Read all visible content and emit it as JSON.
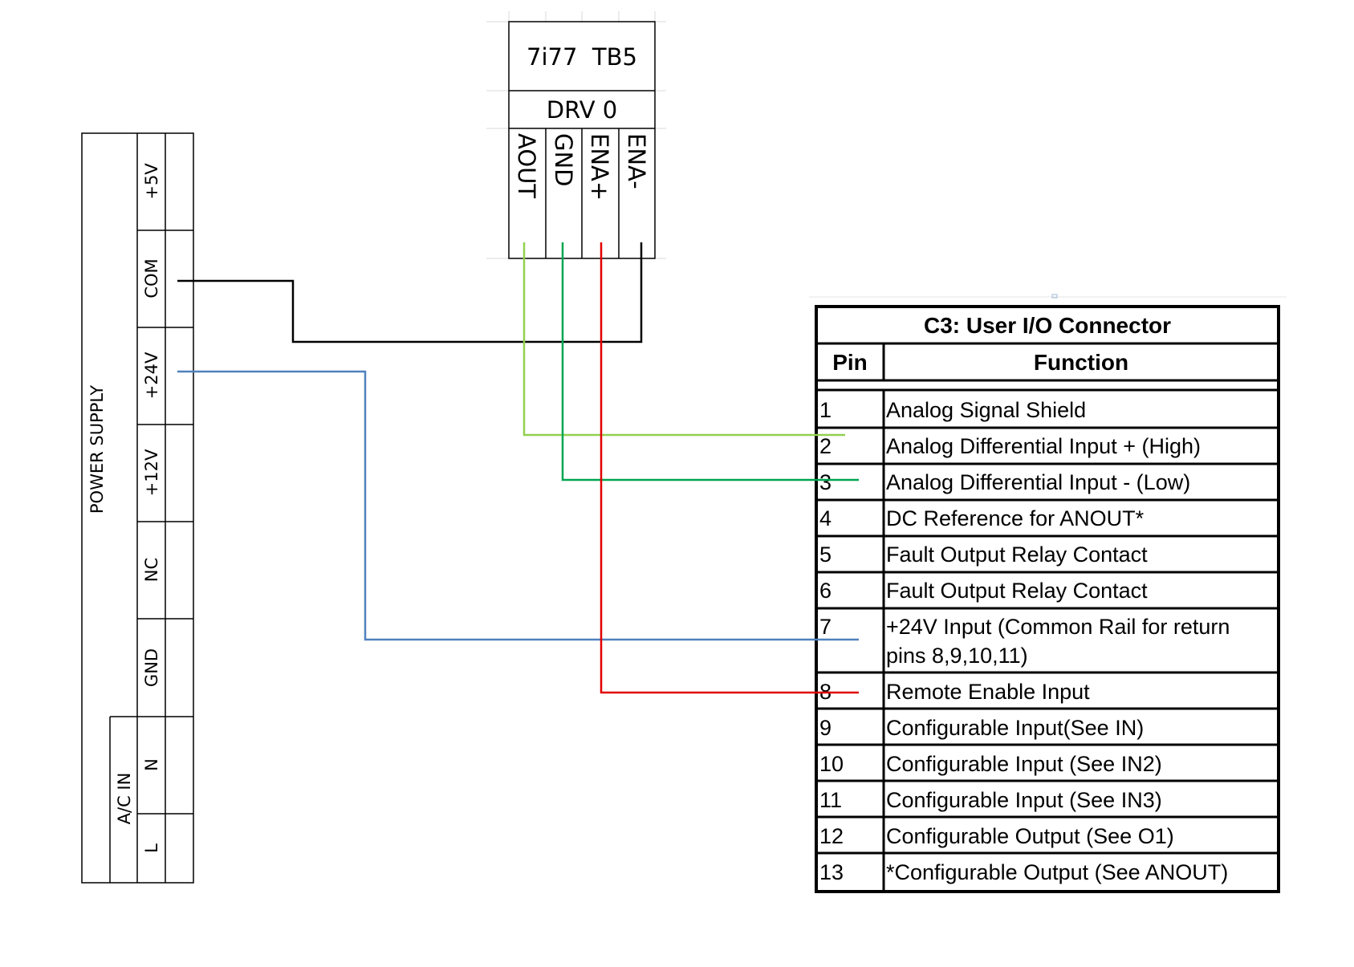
{
  "tb5": {
    "title": "7i77  TB5",
    "drive": "DRV 0",
    "pins": [
      "AOUT",
      "GND",
      "ENA+",
      "ENA-"
    ]
  },
  "power_supply": {
    "label": "POWER SUPPLY",
    "ac_label": "A/C IN",
    "terminals": [
      "+5V",
      "COM",
      "+24V",
      "+12V",
      "NC",
      "GND",
      "N",
      "L"
    ]
  },
  "connector": {
    "title": "C3: User I/O Connector",
    "col_pin": "Pin",
    "col_function": "Function",
    "rows": [
      {
        "pin": "1",
        "function": "Analog Signal Shield"
      },
      {
        "pin": "2",
        "function": "Analog Differential Input + (High)"
      },
      {
        "pin": "3",
        "function": "Analog Differential Input - (Low)"
      },
      {
        "pin": "4",
        "function": "DC Reference for ANOUT*"
      },
      {
        "pin": "5",
        "function": "Fault Output Relay Contact"
      },
      {
        "pin": "6",
        "function": "Fault Output Relay Contact"
      },
      {
        "pin": "7",
        "function": "+24V Input (Common Rail for return",
        "function2": "pins 8,9,10,11)"
      },
      {
        "pin": "8",
        "function": "Remote Enable Input"
      },
      {
        "pin": "9",
        "function": "Configurable Input(See IN)"
      },
      {
        "pin": "10",
        "function": "Configurable Input (See IN2)"
      },
      {
        "pin": "11",
        "function": "Configurable Input (See IN3)"
      },
      {
        "pin": "12",
        "function": "Configurable Output (See O1)"
      },
      {
        "pin": "13",
        "function": "*Configurable Output (See ANOUT)"
      }
    ]
  },
  "wire_colors": {
    "com_to_ena_minus": "#000000",
    "plus24v_to_pin7": "#4f81bd",
    "aout_to_pin2": "#92d050",
    "gnd_to_pin3": "#00a550",
    "ena_plus_to_pin8": "#e00000"
  }
}
